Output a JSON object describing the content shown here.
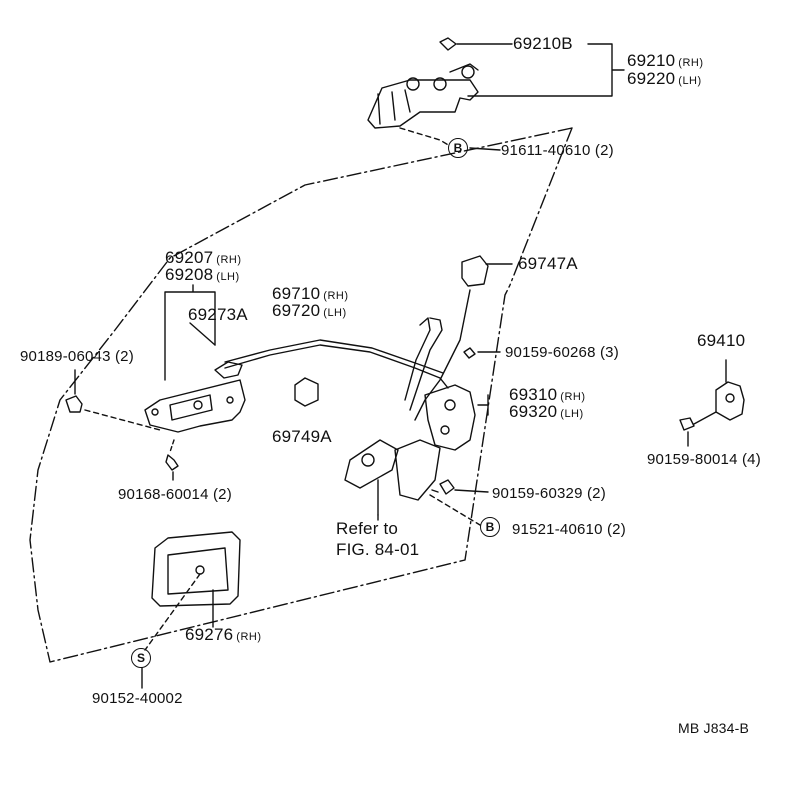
{
  "parts": {
    "p69210B": "69210B",
    "p69210": "69210",
    "p69210_side": "(RH)",
    "p69220": "69220",
    "p69220_side": "(LH)",
    "p91611": "91611-40610 (2)",
    "p69207": "69207",
    "p69207_side": "(RH)",
    "p69208": "69208",
    "p69208_side": "(LH)",
    "p69273A": "69273A",
    "p69710": "69710",
    "p69710_side": "(RH)",
    "p69720": "69720",
    "p69720_side": "(LH)",
    "p69747A": "69747A",
    "p90189": "90189-06043 (2)",
    "p90159_268": "90159-60268 (3)",
    "p69310": "69310",
    "p69310_side": "(RH)",
    "p69320": "69320",
    "p69320_side": "(LH)",
    "p69749A": "69749A",
    "p69410": "69410",
    "p90159_014": "90159-80014 (4)",
    "p90168": "90168-60014 (2)",
    "p90159_329": "90159-60329 (2)",
    "p91521": "91521-40610 (2)",
    "refer_line1": "Refer to",
    "refer_line2": "FIG. 84-01",
    "p69276": "69276",
    "p69276_side": "(RH)",
    "p90152": "90152-40002"
  },
  "callouts": {
    "b_top": "B",
    "b_mid": "B",
    "s_bottom": "S"
  },
  "footer": {
    "code": "MB  J834-B"
  }
}
